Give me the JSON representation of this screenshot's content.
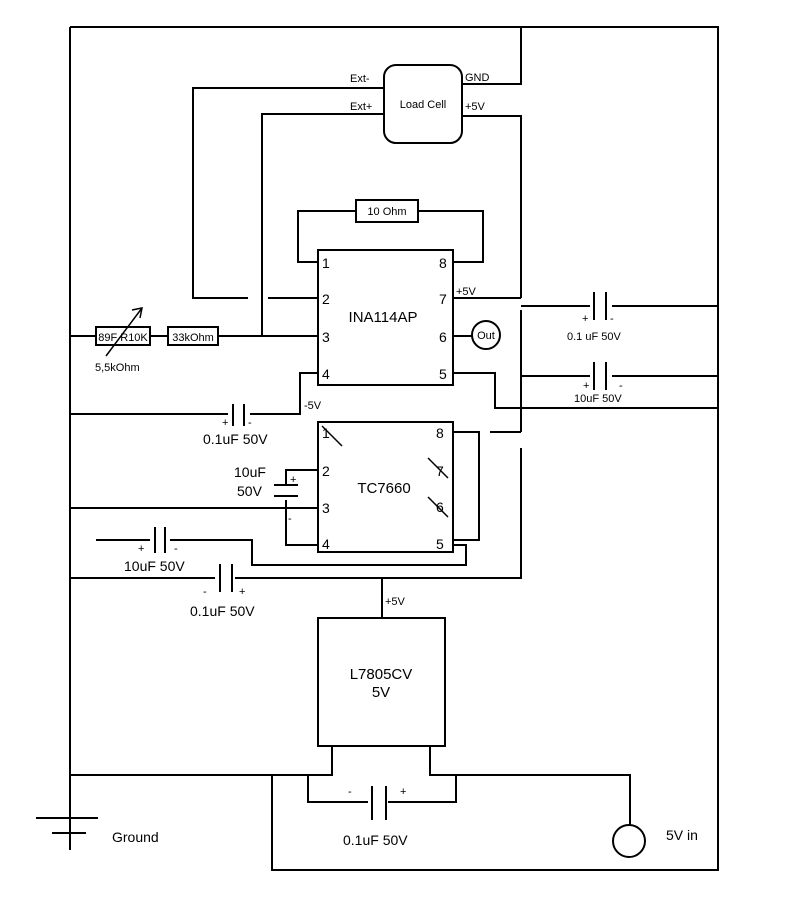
{
  "components": {
    "load_cell": {
      "name": "Load Cell",
      "ext_minus": "Ext-",
      "ext_plus": "Ext+",
      "gnd": "GND",
      "vplus": "+5V"
    },
    "ina": {
      "name": "INA114AP",
      "pins": [
        "1",
        "2",
        "3",
        "4",
        "5",
        "6",
        "7",
        "8"
      ],
      "vplus": "+5V",
      "vminus": "-5V",
      "out": "Out"
    },
    "gain_resistor": {
      "label": "10 Ohm"
    },
    "pot": {
      "label": "89F R10K",
      "value": "5,5kOhm"
    },
    "resistor_33k": {
      "label": "33kOhm"
    },
    "tc7660": {
      "name": "TC7660",
      "pins": [
        "1",
        "2",
        "3",
        "4",
        "5",
        "6",
        "7",
        "8"
      ]
    },
    "l7805": {
      "name": "L7805CV",
      "voltage": "5V",
      "vout": "+5V"
    },
    "caps": {
      "c_ina_7": "0.1 uF 50V",
      "c_ina_5": "10uF 50V",
      "c_neg": "0.1uF 50V",
      "c_tc_value": "10uF",
      "c_tc_rating": "50V",
      "c_tc_out": "10uF 50V",
      "c_reg_in": "0.1uF 50V",
      "c_reg_bottom": "0.1uF 50V"
    },
    "polarity": {
      "plus": "+",
      "minus": "-"
    },
    "ground": "Ground",
    "power_in": "5V in"
  }
}
